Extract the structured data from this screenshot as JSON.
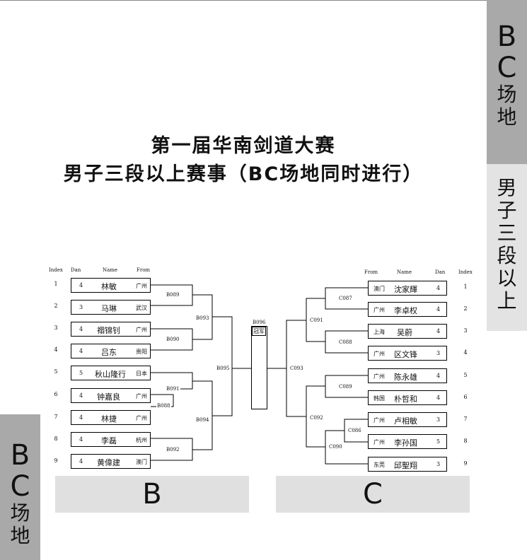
{
  "title_line1": "第一届华南剑道大赛",
  "title_line2": "男子三段以上赛事（BC场地同时进行）",
  "side_tabs": {
    "right_top": [
      "B",
      "C",
      "场",
      "地"
    ],
    "right_bottom": [
      "男",
      "子",
      "三",
      "段",
      "以",
      "上"
    ],
    "left_bottom": [
      "B",
      "C",
      "场",
      "地"
    ]
  },
  "headers": {
    "index": "Index",
    "dan": "Dan",
    "name": "Name",
    "from": "From"
  },
  "bracket_b": [
    {
      "index": "1",
      "dan": "4",
      "name": "林敏",
      "from": "广州"
    },
    {
      "index": "2",
      "dan": "3",
      "name": "马琳",
      "from": "武汉"
    },
    {
      "index": "3",
      "dan": "4",
      "name": "禤锦钊",
      "from": "广州"
    },
    {
      "index": "4",
      "dan": "4",
      "name": "吕东",
      "from": "贵阳"
    },
    {
      "index": "5",
      "dan": "5",
      "name": "秋山隆行",
      "from": "日本"
    },
    {
      "index": "6",
      "dan": "4",
      "name": "钟嘉良",
      "from": "广州"
    },
    {
      "index": "7",
      "dan": "4",
      "name": "林捷",
      "from": "广州"
    },
    {
      "index": "8",
      "dan": "4",
      "name": "李磊",
      "from": "杭州"
    },
    {
      "index": "9",
      "dan": "4",
      "name": "黄偉建",
      "from": "澳门"
    }
  ],
  "bracket_c": [
    {
      "index": "1",
      "dan": "4",
      "name": "沈家輝",
      "from": "澳门"
    },
    {
      "index": "2",
      "dan": "4",
      "name": "李卓权",
      "from": "广州"
    },
    {
      "index": "3",
      "dan": "4",
      "name": "吴蔚",
      "from": "上海"
    },
    {
      "index": "4",
      "dan": "3",
      "name": "区文锋",
      "from": "广州"
    },
    {
      "index": "5",
      "dan": "4",
      "name": "陈永雄",
      "from": "广州"
    },
    {
      "index": "6",
      "dan": "4",
      "name": "朴哲和",
      "from": "韩国"
    },
    {
      "index": "7",
      "dan": "3",
      "name": "卢相敏",
      "from": "广州"
    },
    {
      "index": "8",
      "dan": "5",
      "name": "李孙国",
      "from": "广州"
    },
    {
      "index": "9",
      "dan": "3",
      "name": "邱聖翔",
      "from": "东莞"
    }
  ],
  "match_labels": {
    "b089": "B089",
    "b090": "B090",
    "b088": "B088",
    "b091": "B091",
    "b092": "B092",
    "b093": "B093",
    "b094": "B094",
    "b095": "B095",
    "b096": "B096",
    "c087": "C087",
    "c088": "C088",
    "c086": "C086",
    "c089": "C089",
    "c090": "C090",
    "c091": "C091",
    "c092": "C092",
    "c093": "C093"
  },
  "champion_label": "冠军",
  "section_b": "B",
  "section_c": "C"
}
